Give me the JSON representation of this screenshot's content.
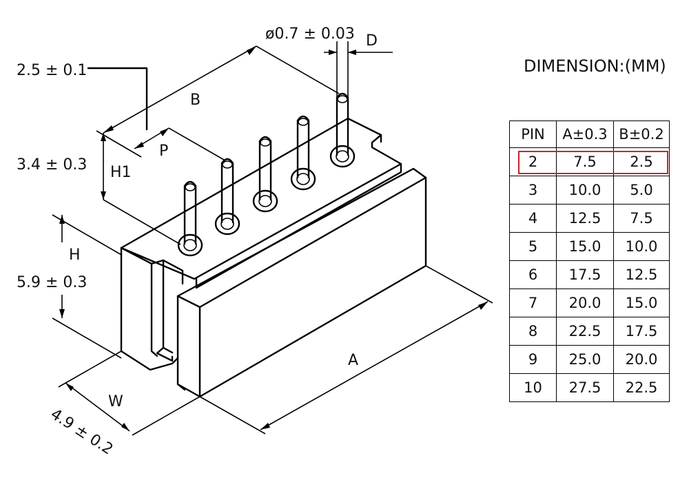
{
  "labels": {
    "pin_dia": "ø0.7 ± 0.03",
    "d": "D",
    "b": "B",
    "p": "P",
    "a": "A",
    "w": "W",
    "h": "H",
    "h1": "H1",
    "dim_top": "2.5 ± 0.1",
    "dim_h1": "3.4 ± 0.3",
    "dim_h": "5.9 ± 0.3",
    "dim_w": "4.9 ± 0.2"
  },
  "table": {
    "title": "DIMENSION:(MM)",
    "headers": [
      "PIN",
      "A±0.3",
      "B±0.2"
    ],
    "rows": [
      [
        "2",
        "7.5",
        "2.5"
      ],
      [
        "3",
        "10.0",
        "5.0"
      ],
      [
        "4",
        "12.5",
        "7.5"
      ],
      [
        "5",
        "15.0",
        "10.0"
      ],
      [
        "6",
        "17.5",
        "12.5"
      ],
      [
        "7",
        "20.0",
        "15.0"
      ],
      [
        "8",
        "22.5",
        "17.5"
      ],
      [
        "9",
        "25.0",
        "20.0"
      ],
      [
        "10",
        "27.5",
        "22.5"
      ]
    ],
    "highlight_color": "#c0282d"
  }
}
